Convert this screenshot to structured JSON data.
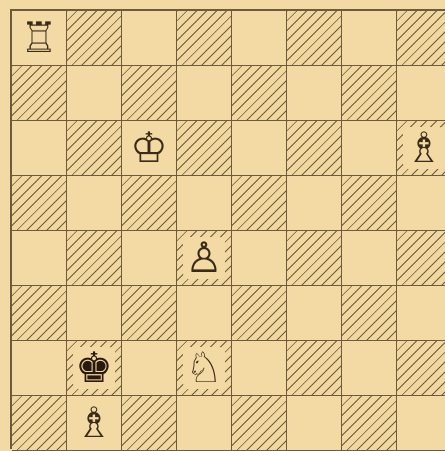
{
  "board": {
    "rows": [
      [
        "rook-white",
        "",
        "",
        "",
        "",
        "",
        "",
        ""
      ],
      [
        "",
        "",
        "",
        "",
        "",
        "",
        "",
        ""
      ],
      [
        "",
        "",
        "king-white",
        "",
        "",
        "",
        "",
        "bishop-white"
      ],
      [
        "",
        "",
        "",
        "",
        "",
        "",
        "",
        ""
      ],
      [
        "",
        "",
        "",
        "pawn-white",
        "",
        "",
        "",
        ""
      ],
      [
        "",
        "",
        "",
        "",
        "",
        "",
        "",
        ""
      ],
      [
        "",
        "king-black",
        "",
        "knight-white",
        "",
        "",
        "",
        ""
      ],
      [
        "",
        "bishop-white",
        "",
        "",
        "",
        "",
        "",
        ""
      ]
    ]
  },
  "pieces": {
    "rook-white": {
      "glyph": "♖",
      "icon": "rook-icon",
      "color": "white"
    },
    "king-white": {
      "glyph": "♔",
      "icon": "king-icon",
      "color": "white"
    },
    "bishop-white": {
      "glyph": "♗",
      "icon": "bishop-icon",
      "color": "white"
    },
    "pawn-white": {
      "glyph": "♙",
      "icon": "pawn-icon",
      "color": "white"
    },
    "knight-white": {
      "glyph": "♘",
      "icon": "knight-icon",
      "color": "white"
    },
    "king-black": {
      "glyph": "♚",
      "icon": "king-icon",
      "color": "black"
    }
  },
  "colors": {
    "paper": "#f3d9a3",
    "ink": "#6e5a3c"
  }
}
